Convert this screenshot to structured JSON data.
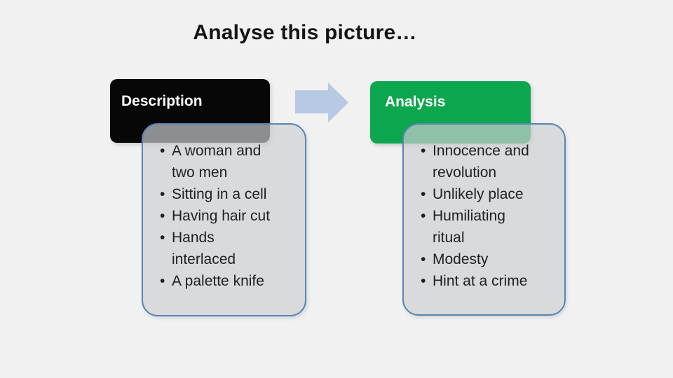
{
  "slide": {
    "title": "Analyse this picture…"
  },
  "flow": {
    "description": {
      "label": "Description",
      "bullets": [
        [
          "A woman and",
          "two men"
        ],
        [
          "Sitting in a cell"
        ],
        [
          "Having hair cut"
        ],
        [
          "Hands",
          "interlaced"
        ],
        [
          "A palette knife"
        ]
      ]
    },
    "arrow_icon": "right-block-arrow",
    "analysis": {
      "label": "Analysis",
      "bullets": [
        [
          "Innocence and",
          "revolution"
        ],
        [
          "Unlikely place"
        ],
        [
          "Humiliating",
          "ritual"
        ],
        [
          "Modesty"
        ],
        [
          "Hint at a crime"
        ]
      ]
    },
    "bullet_glyph": "•"
  },
  "colors": {
    "background": "#f1f1f2",
    "description_box": "#070707",
    "analysis_box": "#0ca64e",
    "arrow": "#b8c9e3",
    "panel_fill": "#cdcfd2",
    "panel_border": "#5786b3",
    "title_text": "#141414",
    "box_label_text": "#ffffff",
    "bullet_text": "#1f1f1f"
  }
}
